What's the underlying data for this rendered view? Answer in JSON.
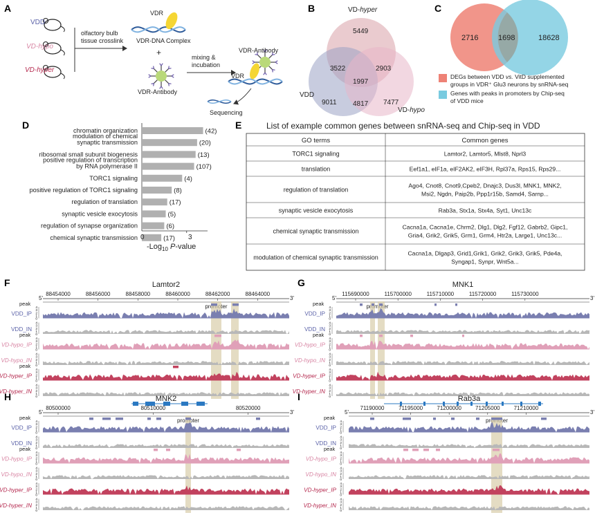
{
  "panels": {
    "A": {
      "label": "A",
      "groups": [
        {
          "name": "VDD",
          "color": "#5b62a8"
        },
        {
          "name": "VD-hypo",
          "color": "#d886a4"
        },
        {
          "name": "VD-hyper",
          "color": "#b52a4f"
        }
      ],
      "step1": "olfactory bulb\ntissue crosslink",
      "vdr_label": "VDR",
      "complex_label": "VDR-DNA Complex",
      "plus": "+",
      "antibody_label": "VDR-Antibody",
      "step2": "mixing &\nincubation",
      "antibody_label_right": "VDR-Antibody",
      "vdr_label_right": "VDR",
      "sequencing": "Sequencing"
    },
    "B": {
      "label": "B",
      "sets": [
        {
          "name": "VD-hyper",
          "color": "#d9a0a8"
        },
        {
          "name": "VDD",
          "color": "#9aa3c4"
        },
        {
          "name": "VD-hypo",
          "color": "#e8b6c8"
        }
      ],
      "values": {
        "hyper_only": "5449",
        "hyper_vdd": "3522",
        "hyper_hypo": "2903",
        "all": "1997",
        "vdd_only": "9011",
        "vdd_hypo": "4817",
        "hypo_only": "7477"
      }
    },
    "C": {
      "label": "C",
      "left_value": "2716",
      "mid_value": "1698",
      "right_value": "18628",
      "left_color": "#ee8276",
      "right_color": "#79cbe0",
      "legend": [
        {
          "text": "DEGs between VDD vs. VitD supplemented\ngroups in VDR⁺ Glu3 neurons by snRNA-seq",
          "color": "#ee8276"
        },
        {
          "text": "Genes with peaks in promoters by Chip-seq\nof VDD mice",
          "color": "#79cbe0"
        }
      ]
    },
    "D": {
      "label": "D",
      "xlabel": "-Log₁₀ P-value",
      "tick": "3",
      "tick_zero": "0"
    },
    "E": {
      "label": "E",
      "title": "List of example common genes between snRNA-seq and Chip-seq in VDD",
      "col1": "GO terms",
      "col2": "Common genes",
      "rows": [
        {
          "term": "TORC1 signaling",
          "genes": [
            "Lamtor2, Lamtor5, Mlst8, Nprl3"
          ]
        },
        {
          "term": "translation",
          "genes": [
            "Eef1a1, eIF1a, eIF2AK2, eIF3H, Rpl37a, Rps15, Rps29..."
          ]
        },
        {
          "term": "regulation of translation",
          "genes": [
            "Ago4, Cnot8, Cnot9,Cpeb2, Dnajc3, Dus3l, MNK1, MNK2,",
            "Msi2, Ngdn, Paip2b, Ppp1r15b, Samd4, Sarnp..."
          ]
        },
        {
          "term": "synaptic vesicle exocytosis",
          "genes": [
            "Rab3a, Stx1a, Stx4a, Syt1, Unc13c"
          ]
        },
        {
          "term": "chemical synaptic transmission",
          "genes": [
            "Cacna1a, Cacna1e, Chrm2, Dlg1, Dlg2, Fgf12, Gabrb2, Gipc1,",
            "Gria4, Grik2, Grik5, Grm1, Grm4, Htr2a, Large1, Unc13c..."
          ]
        },
        {
          "term": "modulation of chemical synaptic transmission",
          "genes": [
            "Cacna1a, Dlgap3, Grid1,Grik1, Grik2, Grik3, Grik5, Pde4a,",
            "Syngap1, Synpr, Wnt5a..."
          ]
        }
      ]
    },
    "F": {
      "label": "F",
      "gene": "Lamtor2",
      "coords": [
        "88454000",
        "88456000",
        "88458000",
        "88460000",
        "88462000",
        "88464000"
      ],
      "promoter": "promoter",
      "peak": "peak",
      "five": "5'",
      "three": "3'"
    },
    "G": {
      "label": "G",
      "gene": "MNK1",
      "coords": [
        "115690000",
        "115700000",
        "115710000",
        "115720000",
        "115730000"
      ],
      "promoter": "promoter",
      "peak": "peak",
      "five": "5'",
      "three": "3'"
    },
    "H": {
      "label": "H",
      "gene": "MNK2",
      "coords": [
        "80500000",
        "80510000",
        "80520000"
      ],
      "promoter": "promoter",
      "peak": "peak",
      "five": "5'",
      "three": "3'"
    },
    "I": {
      "label": "I",
      "gene": "Rab3a",
      "coords": [
        "71190000",
        "71195000",
        "71200000",
        "71205000",
        "71210000"
      ],
      "promoter": "promoter",
      "peak": "peak",
      "five": "5'",
      "three": "3'"
    }
  },
  "track_labels": [
    {
      "text": "VDD_IP",
      "color": "#5b62a8"
    },
    {
      "text": "VDD_IN",
      "color": "#5b62a8"
    },
    {
      "text": "VD-hypo_IP",
      "color": "#d886a4"
    },
    {
      "text": "VD-hypo_IN",
      "color": "#d886a4"
    },
    {
      "text": "VD-hyper_IP",
      "color": "#b52a4f"
    },
    {
      "text": "VD-hyper_IN",
      "color": "#b52a4f"
    }
  ],
  "track_scale": [
    "4",
    "3",
    "2",
    "1",
    "0"
  ],
  "track_colors": [
    "#7a7fb0",
    "#b8b8b8",
    "#e0a0b8",
    "#b8b8b8",
    "#c2425e",
    "#b8b8b8"
  ],
  "chart_data": {
    "type": "bar",
    "orientation": "horizontal",
    "categories": [
      "chromatin organization",
      "modulation of chemical\nsynaptic transmission",
      "ribosomal small subunit biogenesis",
      "positive regulation of transcription\nby RNA polymerase II",
      "TORC1 signaling",
      "positive regulation of TORC1 signaling",
      "regulation of translation",
      "synaptic vesicle exocytosis",
      "regulation of synapse organization",
      "chemical synaptic transmission"
    ],
    "values": [
      4.1,
      3.7,
      3.6,
      3.5,
      2.7,
      2.0,
      1.7,
      1.6,
      1.5,
      1.3
    ],
    "counts": [
      "(42)",
      "(20)",
      "(13)",
      "(107)",
      "(4)",
      "(8)",
      "(17)",
      "(5)",
      "(6)",
      "(17)"
    ],
    "xlim": [
      0,
      4.4
    ],
    "bar_color": "#b0b0b0"
  }
}
